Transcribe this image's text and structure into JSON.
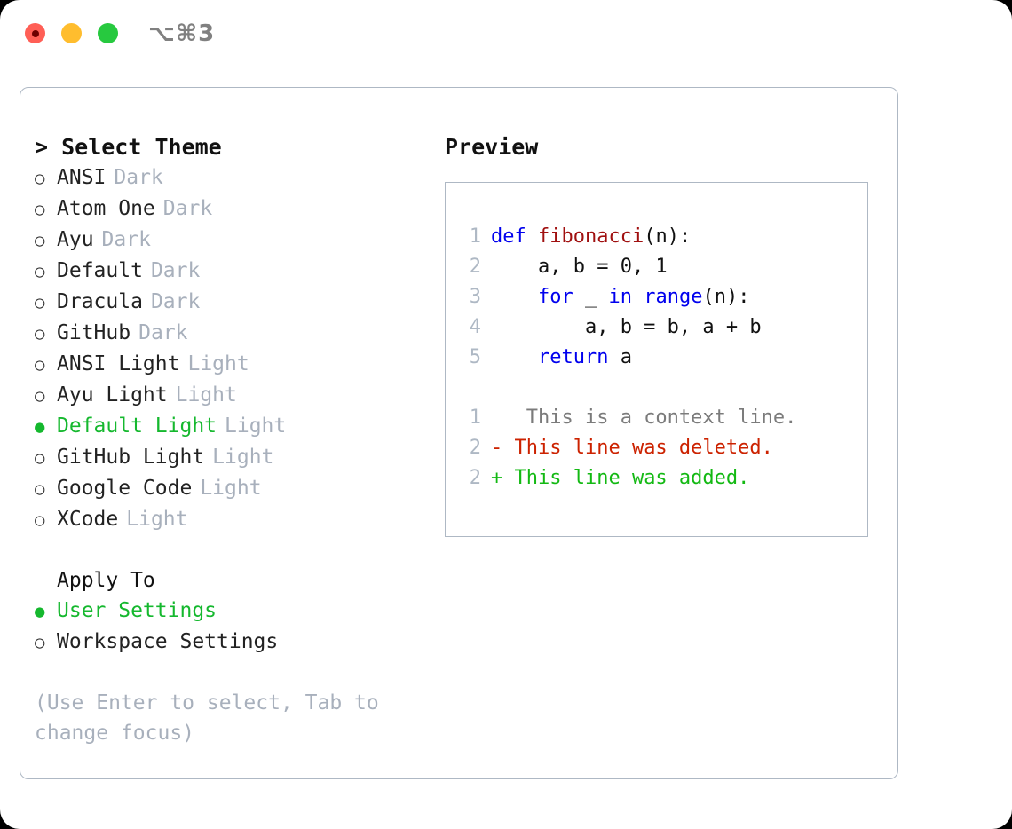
{
  "titlebar": {
    "shortcut": "⌥⌘3",
    "buttons": [
      {
        "name": "close",
        "color": "#ff5f56"
      },
      {
        "name": "minimize",
        "color": "#ffbd2e"
      },
      {
        "name": "zoom",
        "color": "#27c93f"
      }
    ]
  },
  "colors": {
    "accent_green": "#15b82e",
    "muted": "#a8b0bc",
    "border": "#aeb8c4",
    "keyword_blue": "#0000ee",
    "function_red": "#a01010",
    "diff_del": "#cc2200",
    "diff_add": "#13b913"
  },
  "theme_picker": {
    "heading": "> Select Theme",
    "caret": ">",
    "selected_index": 8,
    "items": [
      {
        "bullet": "○",
        "label": "ANSI",
        "category": "Dark",
        "selected": false
      },
      {
        "bullet": "○",
        "label": "Atom One",
        "category": "Dark",
        "selected": false
      },
      {
        "bullet": "○",
        "label": "Ayu",
        "category": "Dark",
        "selected": false
      },
      {
        "bullet": "○",
        "label": "Default",
        "category": "Dark",
        "selected": false
      },
      {
        "bullet": "○",
        "label": "Dracula",
        "category": "Dark",
        "selected": false
      },
      {
        "bullet": "○",
        "label": "GitHub",
        "category": "Dark",
        "selected": false
      },
      {
        "bullet": "○",
        "label": "ANSI Light",
        "category": "Light",
        "selected": false
      },
      {
        "bullet": "○",
        "label": "Ayu Light",
        "category": "Light",
        "selected": false
      },
      {
        "bullet": "●",
        "label": "Default Light",
        "category": "Light",
        "selected": true
      },
      {
        "bullet": "○",
        "label": "GitHub Light",
        "category": "Light",
        "selected": false
      },
      {
        "bullet": "○",
        "label": "Google Code",
        "category": "Light",
        "selected": false
      },
      {
        "bullet": "○",
        "label": "XCode",
        "category": "Light",
        "selected": false
      }
    ]
  },
  "apply_to": {
    "heading": "Apply To",
    "items": [
      {
        "bullet": "●",
        "label": "User Settings",
        "selected": true
      },
      {
        "bullet": "○",
        "label": "Workspace Settings",
        "selected": false
      }
    ]
  },
  "hint": "(Use Enter to select, Tab to change focus)",
  "preview": {
    "title": "Preview",
    "code_lines": [
      {
        "no": "1",
        "tokens": [
          {
            "t": "def ",
            "c": "kw"
          },
          {
            "t": "fibonacci",
            "c": "fn"
          },
          {
            "t": "(n):",
            "c": "pl"
          }
        ]
      },
      {
        "no": "2",
        "tokens": [
          {
            "t": "    a, b = 0, 1",
            "c": "pl"
          }
        ]
      },
      {
        "no": "3",
        "tokens": [
          {
            "t": "    ",
            "c": "pl"
          },
          {
            "t": "for",
            "c": "kw"
          },
          {
            "t": " _ ",
            "c": "pl"
          },
          {
            "t": "in",
            "c": "kw"
          },
          {
            "t": " ",
            "c": "pl"
          },
          {
            "t": "range",
            "c": "kw"
          },
          {
            "t": "(n):",
            "c": "pl"
          }
        ]
      },
      {
        "no": "4",
        "tokens": [
          {
            "t": "        a, b = b, a + b",
            "c": "pl"
          }
        ]
      },
      {
        "no": "5",
        "tokens": [
          {
            "t": "    ",
            "c": "pl"
          },
          {
            "t": "return",
            "c": "kw"
          },
          {
            "t": " a",
            "c": "pl"
          }
        ]
      }
    ],
    "diff_lines": [
      {
        "no": "1",
        "marker": " ",
        "text": "  This is a context line.",
        "kind": "ctx"
      },
      {
        "no": "2",
        "marker": "-",
        "text": " This line was deleted.",
        "kind": "del"
      },
      {
        "no": "2",
        "marker": "+",
        "text": " This line was added.",
        "kind": "add"
      }
    ]
  }
}
